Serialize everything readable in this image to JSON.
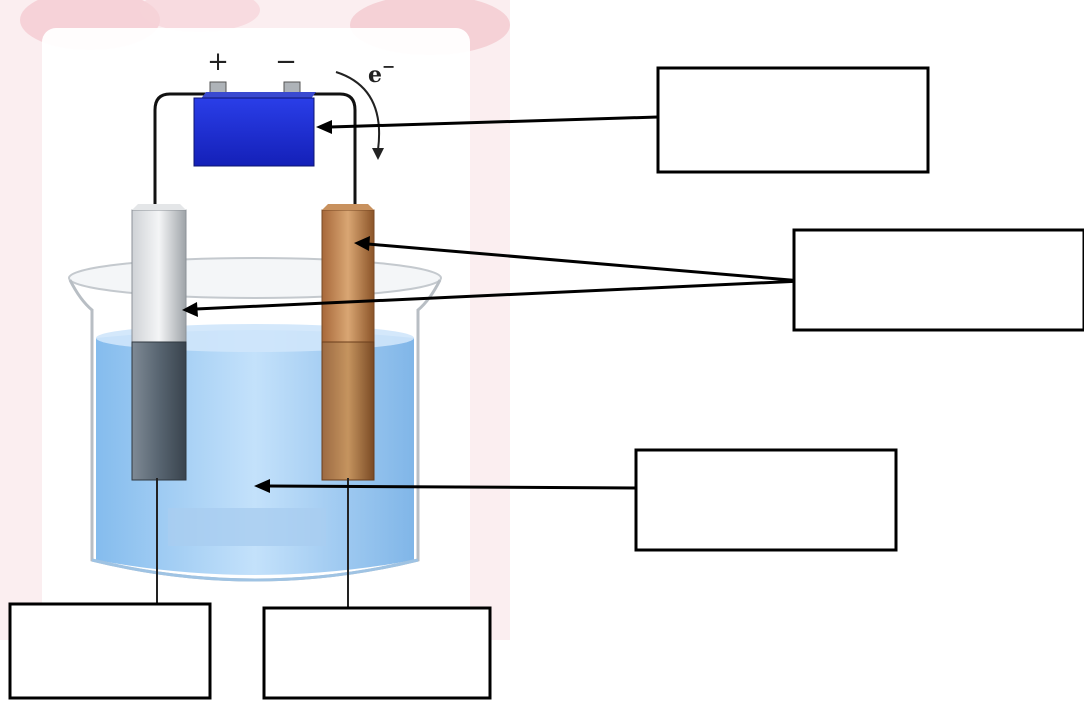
{
  "battery": {
    "plus": "+",
    "minus": "−"
  },
  "electron_flow": {
    "base": "e",
    "charge": "−"
  },
  "label_boxes": [
    {
      "id": "battery-label",
      "text": ""
    },
    {
      "id": "electrodes-label",
      "text": ""
    },
    {
      "id": "electrolyte-label",
      "text": ""
    },
    {
      "id": "left-electrode-label",
      "text": ""
    },
    {
      "id": "right-electrode-label",
      "text": ""
    }
  ],
  "colors": {
    "battery": "#1f2fd0",
    "left_electrode": "#9aa0a6",
    "right_electrode": "#b77a45",
    "solution": "#8ec3f0",
    "background_tint": "#f6c9cf"
  }
}
